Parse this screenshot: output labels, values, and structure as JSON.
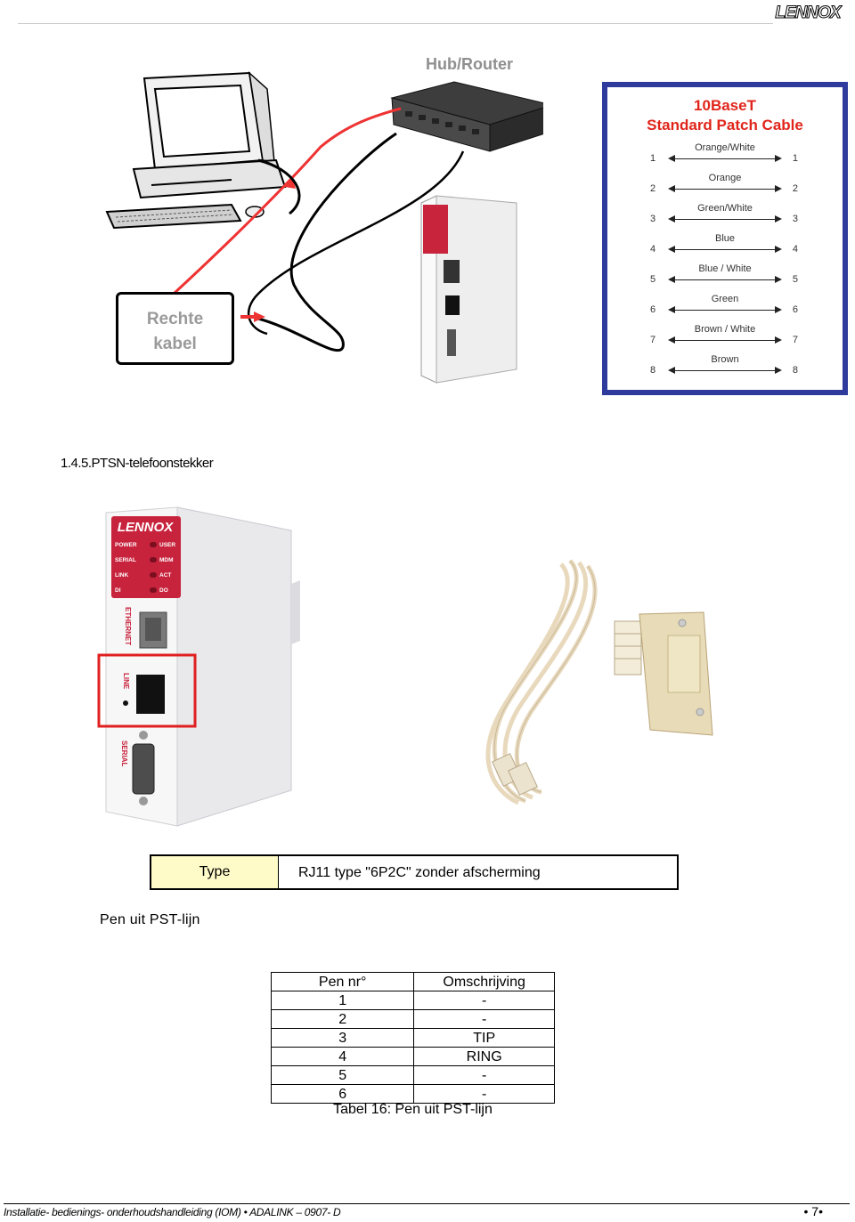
{
  "header": {
    "logo_text": "LENNOX"
  },
  "network_figure": {
    "hub_label": "Hub/Router",
    "straight_cable_line1": "Rechte",
    "straight_cable_line2": "kabel",
    "patch_panel": {
      "title_line1": "10BaseT",
      "title_line2": "Standard Patch Cable",
      "rows": [
        {
          "pin": "1",
          "color": "Orange/White"
        },
        {
          "pin": "2",
          "color": "Orange"
        },
        {
          "pin": "3",
          "color": "Green/White"
        },
        {
          "pin": "4",
          "color": "Blue"
        },
        {
          "pin": "5",
          "color": "Blue / White"
        },
        {
          "pin": "6",
          "color": "Green"
        },
        {
          "pin": "7",
          "color": "Brown / White"
        },
        {
          "pin": "8",
          "color": "Brown"
        }
      ]
    },
    "device_labels": {
      "brand": "LENNOX",
      "leds": [
        "POWER",
        "USER",
        "SERIAL",
        "MDM",
        "LINK",
        "ACT",
        "DI",
        "DO"
      ],
      "ports": [
        "ETHERNET",
        "LINE",
        "SERIAL"
      ]
    }
  },
  "section": {
    "heading": "1.4.5.PTSN-telefoonstekker"
  },
  "type_box": {
    "label": "Type",
    "value": "RJ11 type \"6P2C\" zonder afscherming"
  },
  "pen_title": "Pen uit PST-lijn",
  "pin_table": {
    "headers": [
      "Pen nr°",
      "Omschrijving"
    ],
    "rows": [
      [
        "1",
        "-"
      ],
      [
        "2",
        "-"
      ],
      [
        "3",
        "TIP"
      ],
      [
        "4",
        "RING"
      ],
      [
        "5",
        "-"
      ],
      [
        "6",
        "-"
      ]
    ],
    "caption": "Tabel 16: Pen uit PST-lijn"
  },
  "footer": {
    "text": "Installatie- bedienings- onderhoudshandleiding (IOM) • ADALINK – 0907- D",
    "page": "• 7•"
  }
}
